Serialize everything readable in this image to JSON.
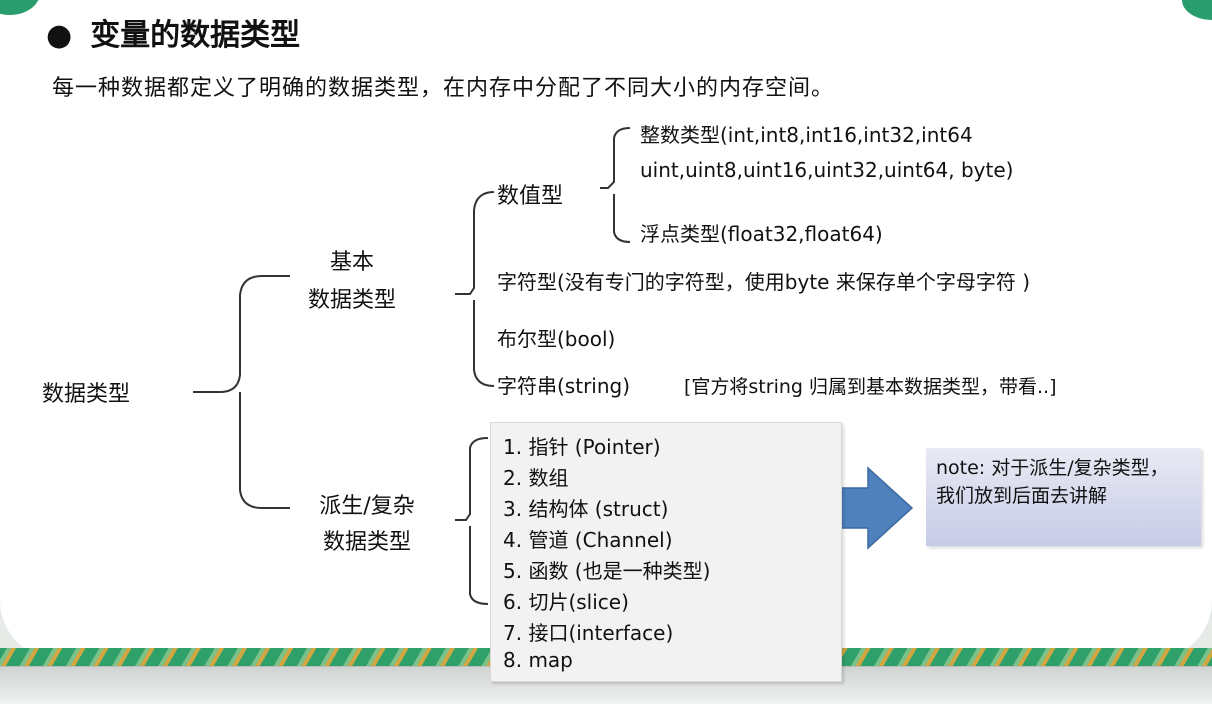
{
  "title": "变量的数据类型",
  "intro": "每一种数据都定义了明确的数据类型，在内存中分配了不同大小的内存空间。",
  "root": "数据类型",
  "basic": {
    "label_line1": "基本",
    "label_line2": "数据类型",
    "numeric": {
      "label": "数值型",
      "int_line1": "整数类型(int,int8,int16,int32,int64",
      "int_line2": "uint,uint8,uint16,uint32,uint64, byte)",
      "float": "浮点类型(float32,float64)"
    },
    "char": "字符型(没有专门的字符型，使用byte 来保存单个字母字符 )",
    "bool": "布尔型(bool)",
    "string": "字符串(string)",
    "string_note": "[官方将string 归属到基本数据类型，带看..]"
  },
  "derived": {
    "label_line1": "派生/复杂",
    "label_line2": "数据类型",
    "items": [
      "1. 指针 (Pointer)",
      "2. 数组",
      "3. 结构体 (struct)",
      "4. 管道 (Channel)",
      "5. 函数 (也是一种类型)",
      "6. 切片(slice)",
      "7. 接口(interface)",
      "8. map"
    ]
  },
  "note": "note: 对于派生/复杂类型，我们放到后面去讲解",
  "colors": {
    "arrow": "#4f81bd",
    "accent": "#2a9d6f"
  }
}
